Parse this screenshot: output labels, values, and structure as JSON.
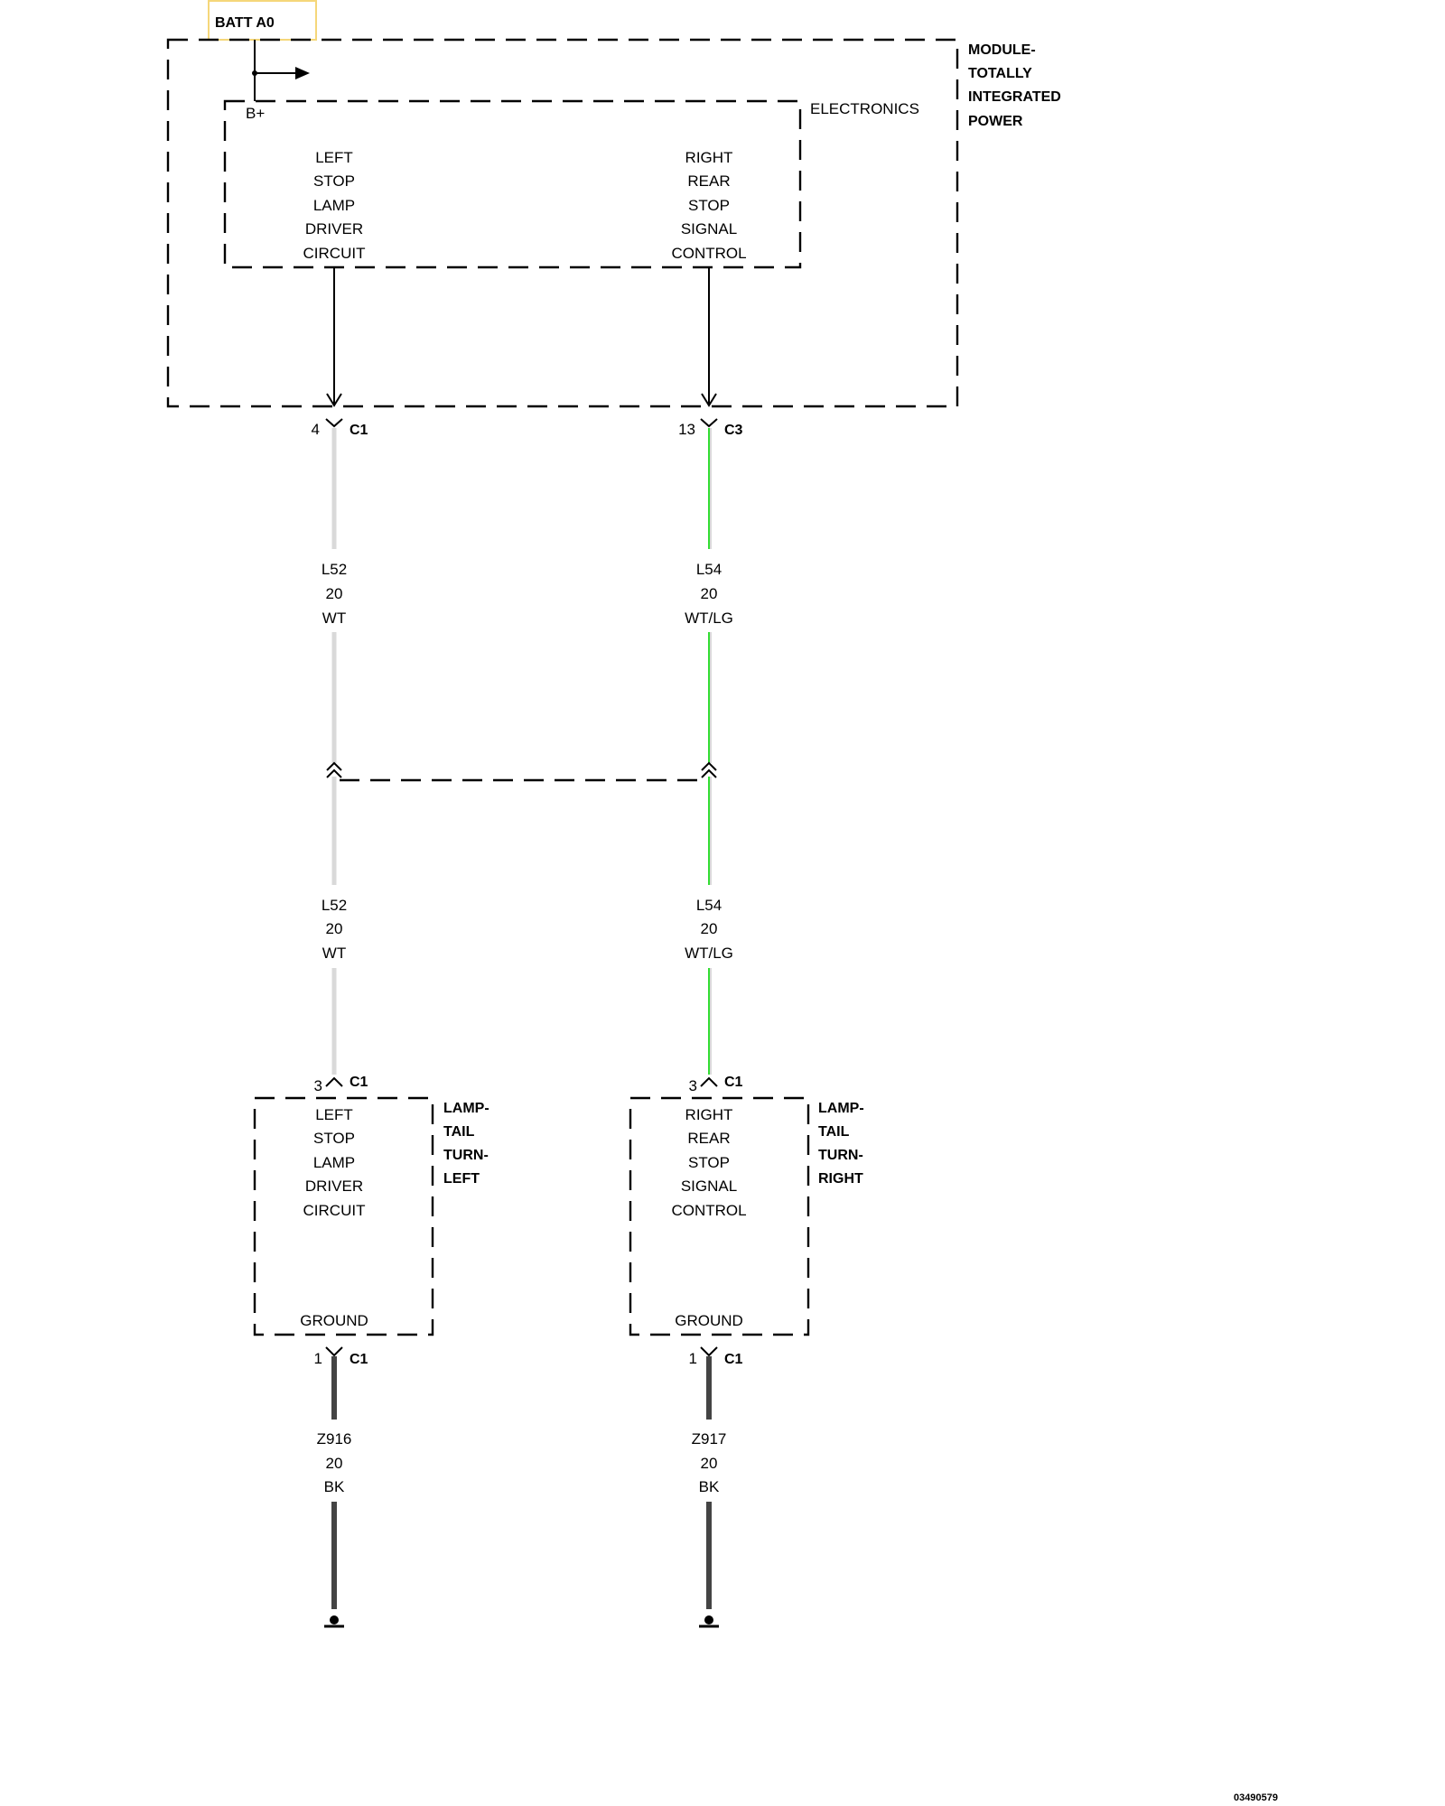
{
  "batt": {
    "label": "BATT A0",
    "pin": "B+"
  },
  "module": {
    "label_lines": [
      "MODULE-",
      "TOTALLY",
      "INTEGRATED",
      "POWER"
    ],
    "electronics_label": "ELECTRONICS",
    "left_circuit_lines": [
      "LEFT",
      "STOP",
      "LAMP",
      "DRIVER",
      "CIRCUIT"
    ],
    "right_circuit_lines": [
      "RIGHT",
      "REAR",
      "STOP",
      "SIGNAL",
      "CONTROL"
    ]
  },
  "connectors": {
    "module_left": {
      "pin": "4",
      "name": "C1"
    },
    "module_right": {
      "pin": "13",
      "name": "C3"
    },
    "lamp_left_in": {
      "pin": "3",
      "name": "C1"
    },
    "lamp_right_in": {
      "pin": "3",
      "name": "C1"
    },
    "lamp_left_gnd": {
      "pin": "1",
      "name": "C1"
    },
    "lamp_right_gnd": {
      "pin": "1",
      "name": "C1"
    }
  },
  "wires": {
    "left_upper": {
      "circuit": "L52",
      "gauge": "20",
      "color": "WT"
    },
    "right_upper": {
      "circuit": "L54",
      "gauge": "20",
      "color": "WT/LG"
    },
    "left_lower": {
      "circuit": "L52",
      "gauge": "20",
      "color": "WT"
    },
    "right_lower": {
      "circuit": "L54",
      "gauge": "20",
      "color": "WT/LG"
    },
    "left_ground": {
      "circuit": "Z916",
      "gauge": "20",
      "color": "BK"
    },
    "right_ground": {
      "circuit": "Z917",
      "gauge": "20",
      "color": "BK"
    }
  },
  "lamps": {
    "left": {
      "label_lines": [
        "LAMP-",
        "TAIL",
        "TURN-",
        "LEFT"
      ],
      "circuit_lines": [
        "LEFT",
        "STOP",
        "LAMP",
        "DRIVER",
        "CIRCUIT"
      ],
      "ground_label": "GROUND"
    },
    "right": {
      "label_lines": [
        "LAMP-",
        "TAIL",
        "TURN-",
        "RIGHT"
      ],
      "circuit_lines": [
        "RIGHT",
        "REAR",
        "STOP",
        "SIGNAL",
        "CONTROL"
      ],
      "ground_label": "GROUND"
    }
  },
  "wire_colors": {
    "WT": "#d9d9d9",
    "WT/LG": "#33dd33",
    "BK": "#444444"
  },
  "highlight_color": "#f5d77a",
  "figure_id": "03490579"
}
